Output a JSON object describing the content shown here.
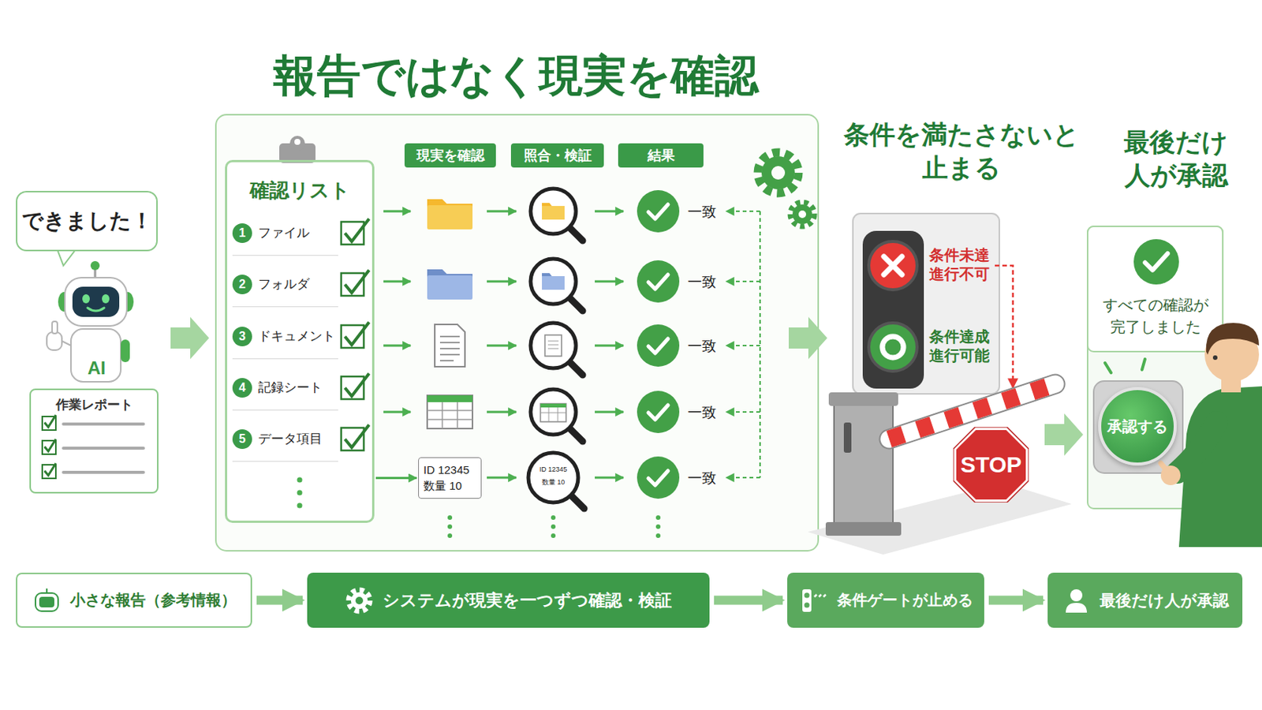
{
  "diagram": {
    "title": "報告ではなく現実を確認",
    "nodes": [
      {
        "text": [
          "できました！"
        ]
      },
      {
        "text": [
          "作業レポート"
        ]
      },
      {
        "text": [
          "確認リスト"
        ]
      },
      {
        "text": [
          "1",
          "ファイル"
        ],
        "in": 2
      },
      {
        "text": [
          "2",
          "フォルダ"
        ],
        "in": 2
      },
      {
        "text": [
          "3",
          "ドキュメント"
        ],
        "in": 2
      },
      {
        "text": [
          "4",
          "記録シート"
        ],
        "in": 2
      },
      {
        "text": [
          "5",
          "データ項目"
        ],
        "in": 2
      },
      {
        "text": [
          "現実を確認"
        ]
      },
      {
        "text": [
          "照合・検証"
        ]
      },
      {
        "text": [
          "結果"
        ]
      },
      {
        "text": [
          "ID 12345",
          "数量 10"
        ]
      },
      {
        "text": [
          "条件未達 進行不可",
          "条件達成 進行可能"
        ]
      },
      {
        "text": [
          "STOP"
        ]
      },
      {
        "text": [
          "すべての確認が 完了しました"
        ]
      },
      {
        "text": [
          "承認する"
        ]
      },
      {
        "text": [
          "小さな報告（参考情報）"
        ]
      },
      {
        "text": [
          "システムが現実を一つずつ確認・検証"
        ]
      },
      {
        "text": [
          "条件ゲートが止める"
        ]
      },
      {
        "text": [
          "最後だけ人が承認"
        ]
      }
    ],
    "edges": [
      {
        "from": 2,
        "to": 11,
        "arrow": "to"
      },
      {
        "from": 16,
        "to": 17,
        "arrow": "to"
      },
      {
        "from": 17,
        "to": 18,
        "arrow": "to"
      },
      {
        "from": 18,
        "to": 19,
        "arrow": "to"
      }
    ],
    "labels": [
      "AI",
      "一致",
      "一致",
      "一致",
      "一致",
      "一致",
      "ID 12345",
      "数量 10",
      "条件を満たさないと止まる",
      "最後だけ人が承認"
    ]
  }
}
